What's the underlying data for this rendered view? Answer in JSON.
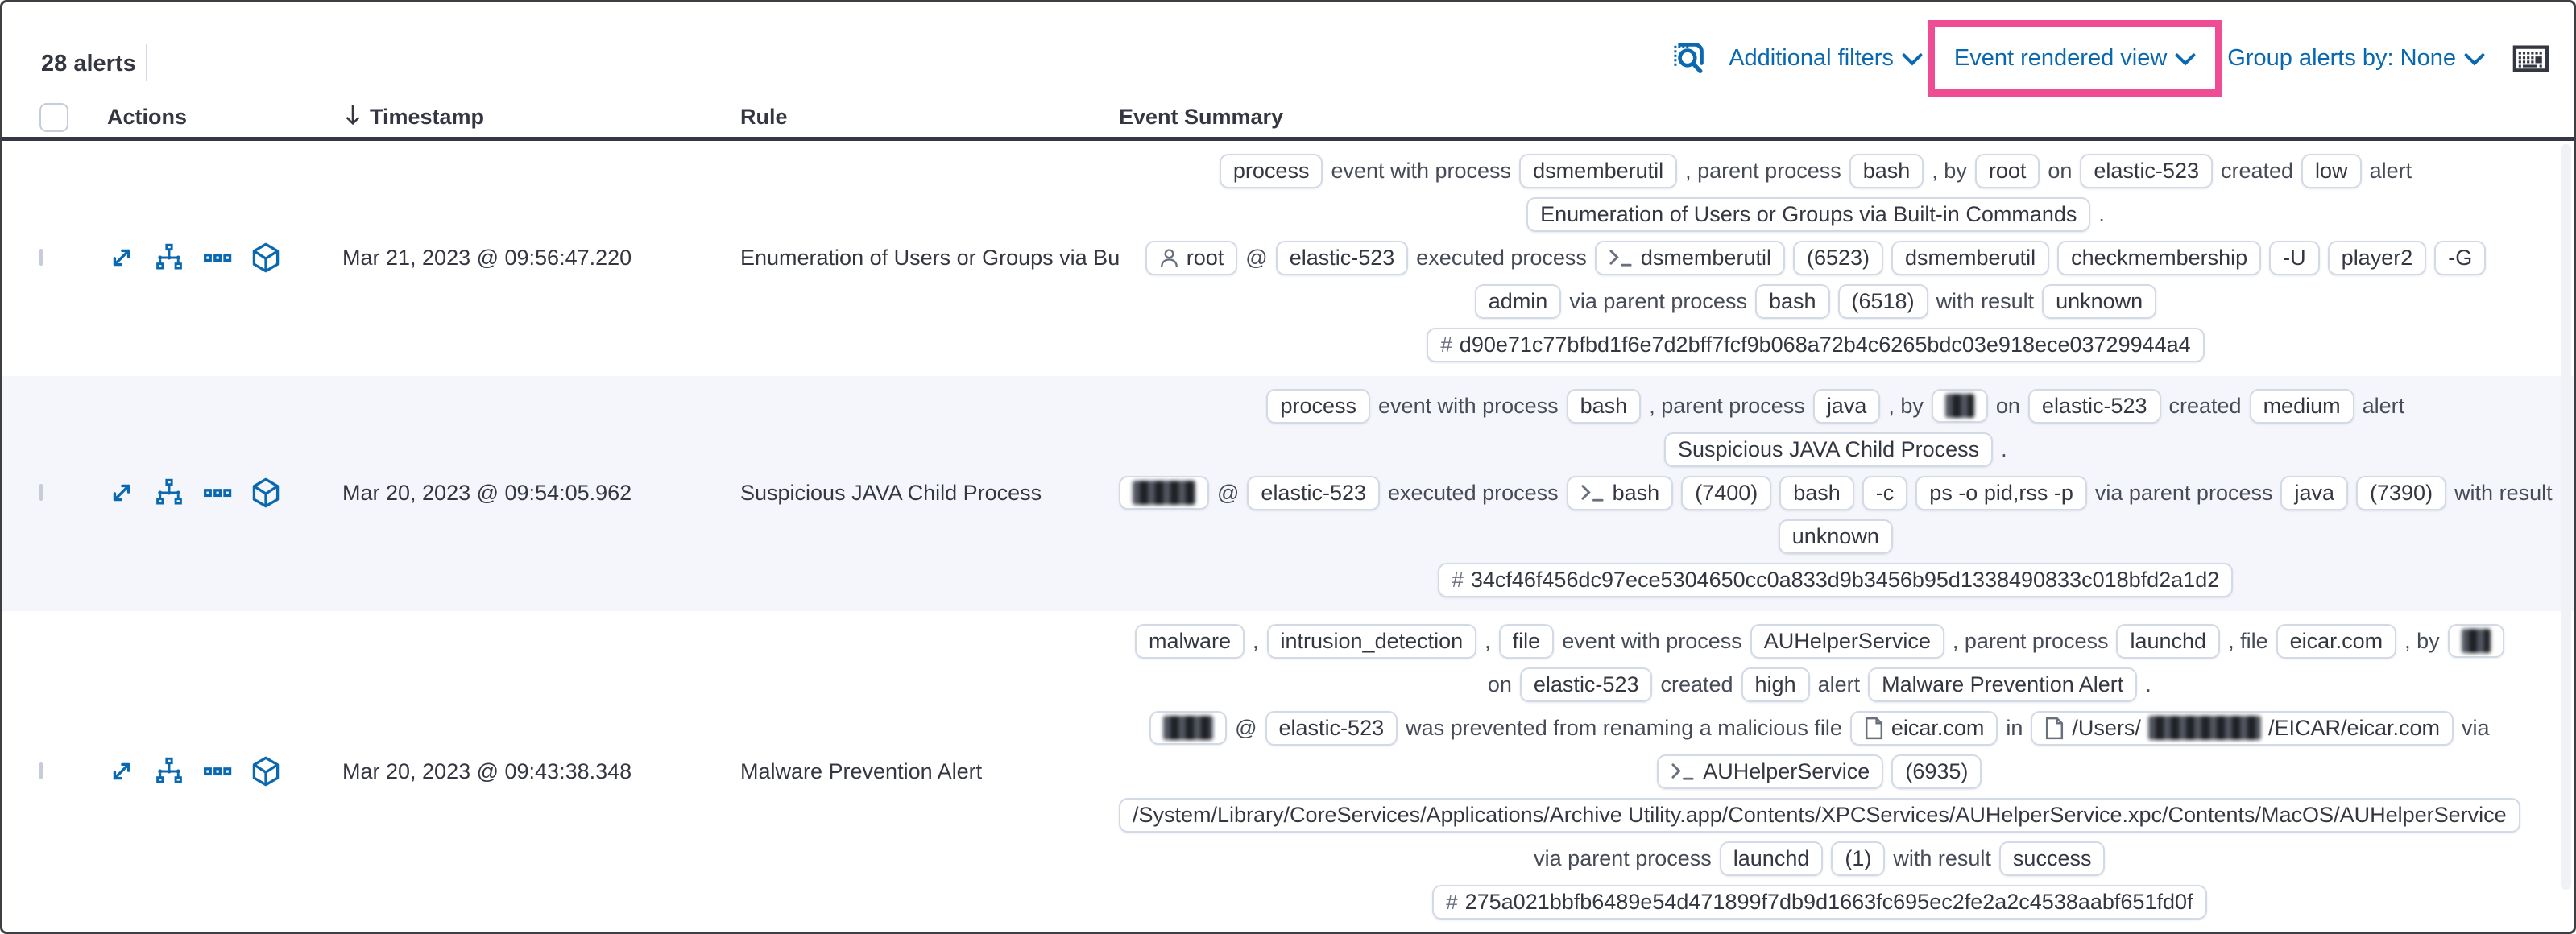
{
  "colors": {
    "accent_blue": "#0a68b1",
    "highlight_pink": "#ee4c93",
    "text_dark": "#343741",
    "badge_border": "#d3dae6",
    "row_alt_bg": "#f4f6fb"
  },
  "toolbar": {
    "alert_count": "28 alerts",
    "additional_filters": "Additional filters",
    "view_selector": "Event rendered view",
    "group_alerts": "Group alerts by: None"
  },
  "table": {
    "headers": {
      "actions": "Actions",
      "timestamp": "Timestamp",
      "rule": "Rule",
      "event_summary": "Event Summary"
    }
  },
  "rows": [
    {
      "timestamp": "Mar 21, 2023 @ 09:56:47.220",
      "rule": "Enumeration of Users or Groups via Bui",
      "lines": [
        [
          {
            "t": "badge",
            "v": "process"
          },
          {
            "t": "text",
            "v": "event with process"
          },
          {
            "t": "badge",
            "v": "dsmemberutil"
          },
          {
            "t": "text",
            "v": ", parent process"
          },
          {
            "t": "badge",
            "v": "bash"
          },
          {
            "t": "text",
            "v": ", by"
          },
          {
            "t": "badge",
            "v": "root"
          },
          {
            "t": "text",
            "v": "on"
          },
          {
            "t": "badge",
            "v": "elastic-523"
          },
          {
            "t": "text",
            "v": "created"
          },
          {
            "t": "badge",
            "v": "low"
          },
          {
            "t": "text",
            "v": "alert"
          }
        ],
        [
          {
            "t": "badge",
            "v": "Enumeration of Users or Groups via Built-in Commands"
          },
          {
            "t": "text",
            "v": "."
          }
        ],
        [
          {
            "t": "badge",
            "v": "root",
            "icon": "user"
          },
          {
            "t": "text",
            "v": "@"
          },
          {
            "t": "badge",
            "v": "elastic-523"
          },
          {
            "t": "text",
            "v": "executed process"
          },
          {
            "t": "badge",
            "v": "dsmemberutil",
            "icon": "terminal"
          },
          {
            "t": "badge",
            "v": "(6523)"
          },
          {
            "t": "badge",
            "v": "dsmemberutil"
          },
          {
            "t": "badge",
            "v": "checkmembership"
          },
          {
            "t": "badge",
            "v": "-U"
          },
          {
            "t": "badge",
            "v": "player2"
          },
          {
            "t": "badge",
            "v": "-G"
          }
        ],
        [
          {
            "t": "badge",
            "v": "admin"
          },
          {
            "t": "text",
            "v": "via parent process"
          },
          {
            "t": "badge",
            "v": "bash"
          },
          {
            "t": "badge",
            "v": "(6518)"
          },
          {
            "t": "text",
            "v": "with result"
          },
          {
            "t": "badge",
            "v": "unknown"
          }
        ],
        [
          {
            "t": "badge",
            "v": "d90e71c77bfbd1f6e7d2bff7fcf9b068a72b4c6265bdc03e918ece03729944a4",
            "icon": "hash"
          }
        ]
      ]
    },
    {
      "timestamp": "Mar 20, 2023 @ 09:54:05.962",
      "rule": "Suspicious JAVA Child Process",
      "lines": [
        [
          {
            "t": "badge",
            "v": "process"
          },
          {
            "t": "text",
            "v": "event with process"
          },
          {
            "t": "badge",
            "v": "bash"
          },
          {
            "t": "text",
            "v": ", parent process"
          },
          {
            "t": "badge",
            "v": "java"
          },
          {
            "t": "text",
            "v": ", by"
          },
          {
            "t": "badge",
            "redact": 36
          },
          {
            "t": "text",
            "v": "on"
          },
          {
            "t": "badge",
            "v": "elastic-523"
          },
          {
            "t": "text",
            "v": "created"
          },
          {
            "t": "badge",
            "v": "medium"
          },
          {
            "t": "text",
            "v": "alert"
          }
        ],
        [
          {
            "t": "badge",
            "v": "Suspicious JAVA Child Process"
          },
          {
            "t": "text",
            "v": "."
          }
        ],
        [
          {
            "t": "badge",
            "redact": 78
          },
          {
            "t": "text",
            "v": "@"
          },
          {
            "t": "badge",
            "v": "elastic-523"
          },
          {
            "t": "text",
            "v": "executed process"
          },
          {
            "t": "badge",
            "v": "bash",
            "icon": "terminal"
          },
          {
            "t": "badge",
            "v": "(7400)"
          },
          {
            "t": "badge",
            "v": "bash"
          },
          {
            "t": "badge",
            "v": "-c"
          },
          {
            "t": "badge",
            "v": "ps -o pid,rss -p"
          },
          {
            "t": "text",
            "v": "via parent process"
          },
          {
            "t": "badge",
            "v": "java"
          },
          {
            "t": "badge",
            "v": "(7390)"
          },
          {
            "t": "text",
            "v": "with result"
          }
        ],
        [
          {
            "t": "badge",
            "v": "unknown"
          }
        ],
        [
          {
            "t": "badge",
            "v": "34cf46f456dc97ece5304650cc0a833d9b3456b95d1338490833c018bfd2a1d2",
            "icon": "hash"
          }
        ]
      ]
    },
    {
      "timestamp": "Mar 20, 2023 @ 09:43:38.348",
      "rule": "Malware Prevention Alert",
      "lines": [
        [
          {
            "t": "badge",
            "v": "malware"
          },
          {
            "t": "text",
            "v": ","
          },
          {
            "t": "badge",
            "v": "intrusion_detection"
          },
          {
            "t": "text",
            "v": ","
          },
          {
            "t": "badge",
            "v": "file"
          },
          {
            "t": "text",
            "v": "event with process"
          },
          {
            "t": "badge",
            "v": "AUHelperService"
          },
          {
            "t": "text",
            "v": ", parent process"
          },
          {
            "t": "badge",
            "v": "launchd"
          },
          {
            "t": "text",
            "v": ", file"
          },
          {
            "t": "badge",
            "v": "eicar.com"
          },
          {
            "t": "text",
            "v": ", by"
          },
          {
            "t": "badge",
            "redact": 36
          }
        ],
        [
          {
            "t": "text",
            "v": "on"
          },
          {
            "t": "badge",
            "v": "elastic-523"
          },
          {
            "t": "text",
            "v": "created"
          },
          {
            "t": "badge",
            "v": "high"
          },
          {
            "t": "text",
            "v": "alert"
          },
          {
            "t": "badge",
            "v": "Malware Prevention Alert"
          },
          {
            "t": "text",
            "v": "."
          }
        ],
        [
          {
            "t": "badge",
            "redact": 62
          },
          {
            "t": "text",
            "v": "@"
          },
          {
            "t": "badge",
            "v": "elastic-523"
          },
          {
            "t": "text",
            "v": "was prevented from renaming a malicious file"
          },
          {
            "t": "badge",
            "v": "eicar.com",
            "icon": "file"
          },
          {
            "t": "text",
            "v": "in"
          },
          {
            "t": "badge",
            "icon": "file",
            "parts": [
              {
                "t": "text",
                "v": "/Users/"
              },
              {
                "t": "redact",
                "w": 140
              },
              {
                "t": "text",
                "v": "/EICAR/eicar.com"
              }
            ]
          },
          {
            "t": "text",
            "v": "via"
          }
        ],
        [
          {
            "t": "badge",
            "v": "AUHelperService",
            "icon": "terminal"
          },
          {
            "t": "badge",
            "v": "(6935)"
          }
        ],
        [
          {
            "t": "badge",
            "v": "/System/Library/CoreServices/Applications/Archive Utility.app/Contents/XPCServices/AUHelperService.xpc/Contents/MacOS/AUHelperService"
          }
        ],
        [
          {
            "t": "text",
            "v": "via parent process"
          },
          {
            "t": "badge",
            "v": "launchd"
          },
          {
            "t": "badge",
            "v": "(1)"
          },
          {
            "t": "text",
            "v": "with result"
          },
          {
            "t": "badge",
            "v": "success"
          }
        ],
        [
          {
            "t": "badge",
            "v": "275a021bbfb6489e54d471899f7db9d1663fc695ec2fe2a2c4538aabf651fd0f",
            "icon": "hash"
          }
        ]
      ]
    }
  ]
}
